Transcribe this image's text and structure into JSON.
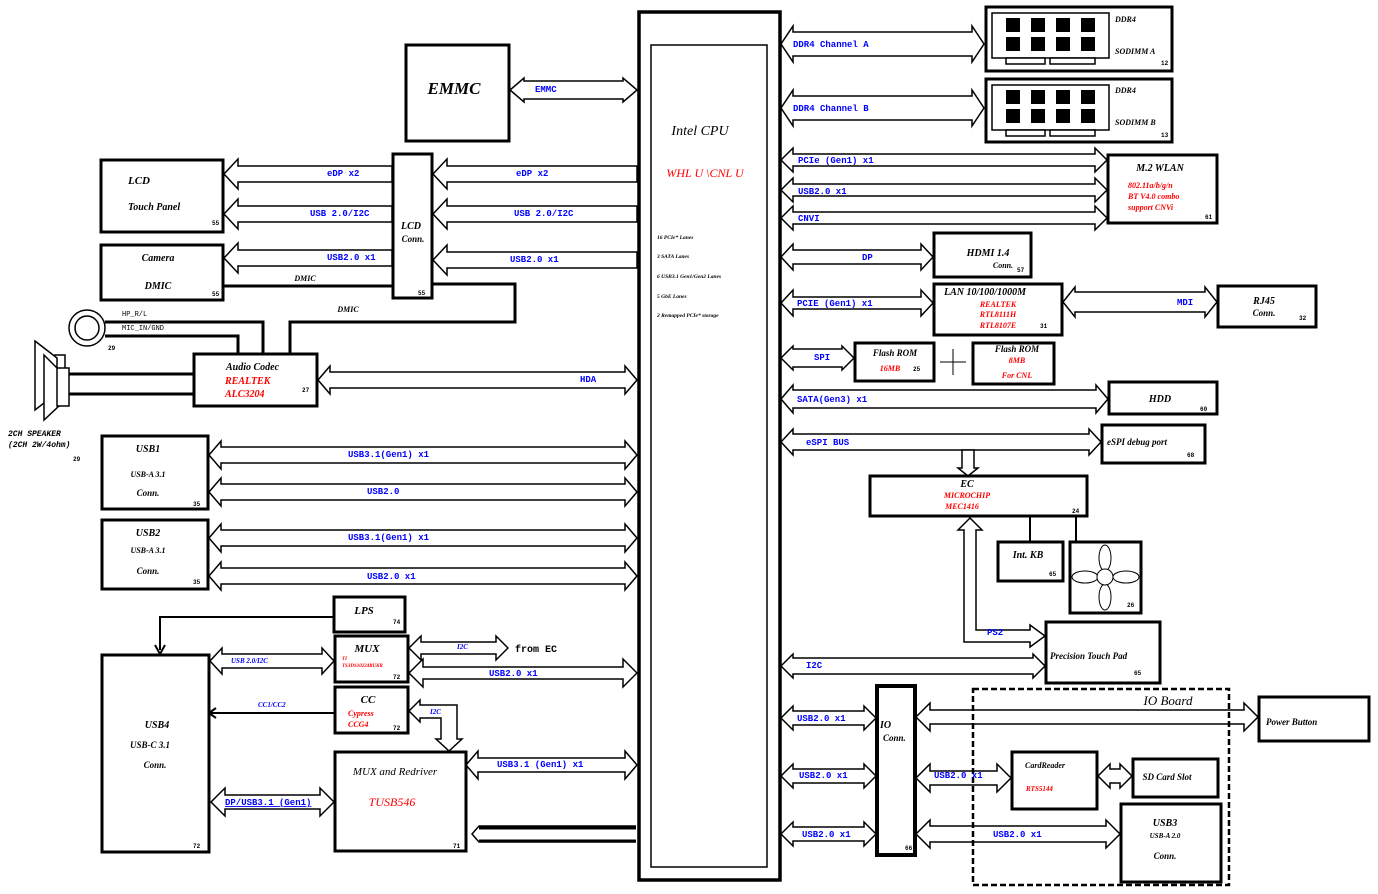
{
  "cpu": {
    "title": "Intel CPU",
    "subtitle": "WHL U \\CNL U",
    "features": [
      "16 PCIe* Lanes",
      "3 SATA Lanes",
      "6 USB3.1 Gen1/Gen2 Lanes",
      "5 GbE Lanes",
      "2 Remapped PCIe* storage"
    ]
  },
  "emmc": {
    "title": "EMMC",
    "bus": "EMMC"
  },
  "lcd": {
    "line1": "LCD",
    "line2": "Touch Panel",
    "page": "55"
  },
  "camera": {
    "line1": "Camera",
    "line2": "DMIC",
    "page": "55"
  },
  "lcd_conn": {
    "line1": "LCD",
    "line2": "Conn.",
    "page": "55"
  },
  "lcd_buses": {
    "edp": "eDP x2",
    "usb_i2c": "USB 2.0/I2C",
    "usb2": "USB2.0 x1",
    "dmic": "DMIC"
  },
  "audio_jack": {
    "hp": "HP_R/L",
    "mic": "MIC_IN/GND",
    "page": "29"
  },
  "speaker": {
    "line1": "2CH SPEAKER",
    "line2": "(2CH 2W/4ohm)",
    "page": "29"
  },
  "audio_codec": {
    "title": "Audio Codec",
    "vendor": "REALTEK",
    "part": "ALC3204",
    "page": "27",
    "bus": "HDA"
  },
  "usb1": {
    "line1": "USB1",
    "line2": "USB-A 3.1",
    "line3": "Conn.",
    "page": "35",
    "bus1": "USB3.1(Gen1) x1",
    "bus2": "USB2.0"
  },
  "usb2": {
    "line1": "USB2",
    "line2": "USB-A 3.1",
    "line3": "Conn.",
    "page": "35",
    "bus1": "USB3.1(Gen1) x1",
    "bus2": "USB2.0 x1"
  },
  "lps": {
    "title": "LPS",
    "page": "74"
  },
  "mux": {
    "title": "MUX",
    "vendor": "TI",
    "part": "TS3DS10224RUKR",
    "page": "72",
    "bus_i2c": "I2C",
    "from_ec": "from EC",
    "bus_usb": "USB2.0 x1"
  },
  "cc": {
    "title": "CC",
    "vendor": "Cypress",
    "part": "CCG4",
    "page": "72",
    "bus_i2c": "I2C",
    "bus_cc": "CC1/CC2"
  },
  "usb4": {
    "line1": "USB4",
    "line2": "USB-C 3.1",
    "line3": "Conn.",
    "page": "72",
    "bus_usb_i2c": "USB 2.0/I2C",
    "bus_dp": "DP/USB3.1 (Gen1)"
  },
  "redriver": {
    "title": "MUX and Redriver",
    "part": "TUSB546",
    "page": "71",
    "bus": "USB3.1 (Gen1) x1"
  },
  "sodimm_a": {
    "line1": "DDR4",
    "line2": "SODIMM A",
    "page": "12",
    "bus": "DDR4 Channel A"
  },
  "sodimm_b": {
    "line1": "DDR4",
    "line2": "SODIMM B",
    "page": "13",
    "bus": "DDR4 Channel B"
  },
  "wlan": {
    "title": "M.2 WLAN",
    "spec1": "802.11a/b/g/n",
    "spec2": "BT V4.0 combo",
    "spec3": "support CNVi",
    "page": "61",
    "bus_pcie": "PCIe (Gen1) x1",
    "bus_usb": "USB2.0 x1",
    "bus_cnvi": "CNVI"
  },
  "hdmi": {
    "line1": "HDMI 1.4",
    "line2": "Conn.",
    "page": "57",
    "bus": "DP"
  },
  "lan": {
    "title": "LAN 10/100/1000M",
    "vendor": "REALTEK",
    "part1": "RTL8111H",
    "part2": "RTL8107E",
    "page": "31",
    "bus": "PCIE (Gen1) x1",
    "bus_mdi": "MDI"
  },
  "rj45": {
    "line1": "RJ45",
    "line2": "Conn.",
    "page": "32"
  },
  "flash16": {
    "title": "Flash ROM",
    "size": "16MB",
    "page": "25",
    "bus": "SPI"
  },
  "flash8": {
    "title": "Flash ROM",
    "size": "8MB",
    "note": "For CNL"
  },
  "hdd": {
    "title": "HDD",
    "page": "60",
    "bus": "SATA(Gen3) x1"
  },
  "espi_debug": {
    "title": "eSPI debug port",
    "page": "68",
    "bus": "eSPI BUS"
  },
  "ec": {
    "title": "EC",
    "vendor": "MICROCHIP",
    "part": "MEC1416",
    "page": "24"
  },
  "int_kb": {
    "title": "Int. KB",
    "page": "65"
  },
  "fan": {
    "page": "26"
  },
  "touchpad": {
    "title": "Precision Touch Pad",
    "page": "65",
    "bus_ps2": "PS2",
    "bus_i2c": "I2C"
  },
  "io_conn": {
    "line1": "IO",
    "line2": "Conn.",
    "page": "66",
    "bus1": "USB2.0 x1",
    "bus2": "USB2.0 x1",
    "bus3": "USB2.0 x1"
  },
  "io_board": {
    "title": "IO Board"
  },
  "power_button": {
    "title": "Power Button"
  },
  "card_reader": {
    "title": "CardReader",
    "part": "RTS5144",
    "bus": "USB2.0 x1"
  },
  "sd_slot": {
    "title": "SD Card Slot"
  },
  "usb3": {
    "line1": "USB3",
    "line2": "USB-A 2.0",
    "line3": "Conn.",
    "bus": "USB2.0 x1"
  }
}
